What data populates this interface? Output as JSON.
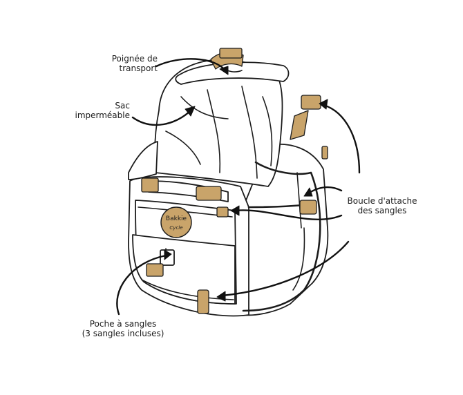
{
  "colors": {
    "leather": "#c9a46a",
    "leather_dark": "#b68d52",
    "ink": "#1c1c1c",
    "background": "#ffffff"
  },
  "logo": {
    "brand": "Bakkie",
    "subtitle": "Cycle"
  },
  "annotations": {
    "handle": {
      "line1": "Poignée de",
      "line2": "transport"
    },
    "waterproof": {
      "line1": "Sac",
      "line2": "imperméable"
    },
    "buckle": {
      "line1": "Boucle d'attache",
      "line2": "des sangles"
    },
    "pocket": {
      "line1": "Poche à sangles",
      "line2": "(3 sangles incluses)"
    }
  }
}
